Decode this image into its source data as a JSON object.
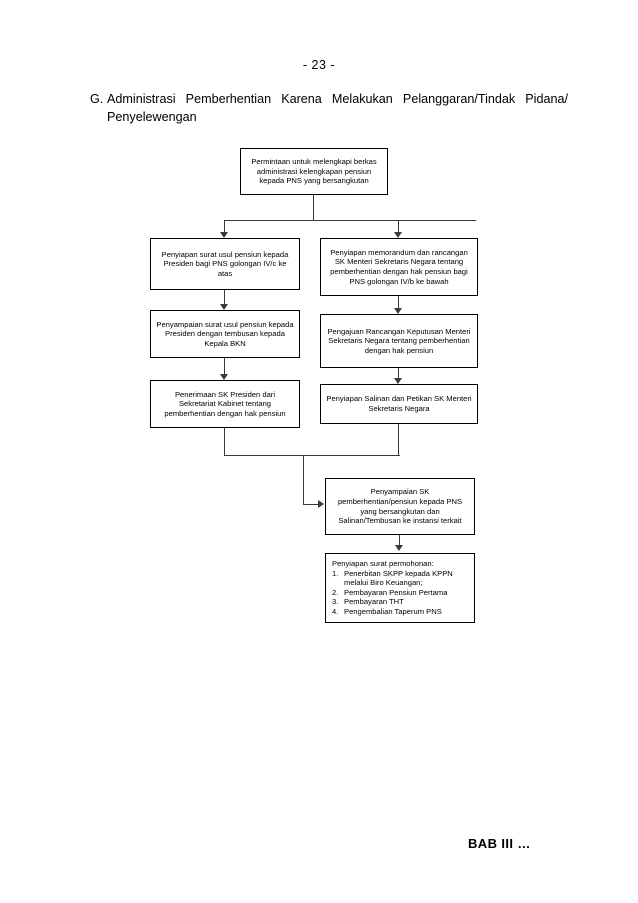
{
  "page": {
    "number_label": "-  23  -",
    "footer_note": "BAB III …"
  },
  "heading": {
    "letter": "G.",
    "line1": "Administrasi Pemberhentian Karena Melakukan Pelanggaran/Tindak Pidana/",
    "line2": "Penyelewengan"
  },
  "flowchart": {
    "nodes": {
      "start": "Permintaan untuk melengkapi berkas administrasi kelengkapan pensiun kepada PNS yang bersangkutan",
      "left_1": "Penyiapan surat usul pensiun kepada Presiden bagi PNS golongan IV/c ke atas",
      "left_2": "Penyampaian surat usul pensiun kepada Presiden dengan tembusan kepada Kepala BKN",
      "left_3": "Penerimaan SK Presiden dari Sekretariat Kabinet tentang pemberhentian dengan hak pensiun",
      "right_1": "Penyiapan memorandum dan rancangan SK Menteri Sekretaris Negara tentang pemberhentian dengan hak pensiun bagi PNS golongan IV/b ke bawah",
      "right_2": "Pengajuan Rancangan Keputusan Menteri Sekretaris Negara tentang pemberhentian dengan hak pensiun",
      "right_3": "Penyiapan Salinan dan Petikan SK Menteri Sekretaris Negara",
      "merge_node": "Penyampaian SK pemberhentian/pensiun kepada PNS yang bersangkutan dan Salinan/Tembusan ke instansi terkait",
      "final_title": "Penyiapan surat permohonan:",
      "final_items": [
        "Penerbitan SKPP kepada KPPN melalui Biro Keuangan;",
        "Pembayaran Pensiun Pertama",
        "Pembayaran THT",
        "Pengembalian Taperum PNS"
      ]
    }
  }
}
